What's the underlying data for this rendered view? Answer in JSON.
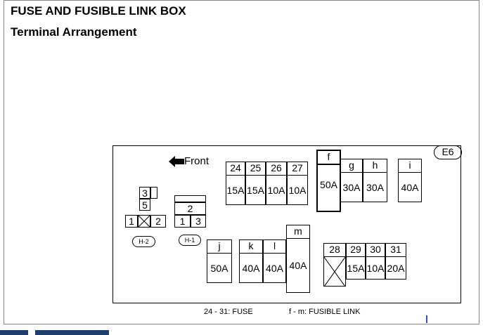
{
  "title": "FUSE AND FUSIBLE LINK BOX",
  "subtitle": "Terminal Arrangement",
  "connector_id": "E6",
  "front_label": "Front",
  "fuse_row_top": [
    {
      "num": "24",
      "amp": "15A"
    },
    {
      "num": "25",
      "amp": "15A"
    },
    {
      "num": "26",
      "amp": "10A"
    },
    {
      "num": "27",
      "amp": "10A"
    }
  ],
  "link_f": {
    "num": "f",
    "amp": "50A"
  },
  "link_g": {
    "num": "g",
    "amp": "30A"
  },
  "link_h": {
    "num": "h",
    "amp": "30A"
  },
  "link_i": {
    "num": "i",
    "amp": "40A"
  },
  "link_j": {
    "num": "j",
    "amp": "50A"
  },
  "link_k": {
    "num": "k",
    "amp": "40A"
  },
  "link_l": {
    "num": "l",
    "amp": "40A"
  },
  "link_m": {
    "num": "m",
    "amp": "40A"
  },
  "fuse_row_bottom": [
    {
      "num": "28",
      "amp": ""
    },
    {
      "num": "29",
      "amp": "15A"
    },
    {
      "num": "30",
      "amp": "10A"
    },
    {
      "num": "31",
      "amp": "20A"
    }
  ],
  "connector_h2": {
    "label": "H-2",
    "t1": "1",
    "t2": "2",
    "t3": "3",
    "t5": "5"
  },
  "connector_h1": {
    "label": "H-1",
    "t1": "1",
    "t2": "2",
    "t3": "3"
  },
  "legend": {
    "fuse": "24 - 31: FUSE",
    "link": "f - m: FUSIBLE LINK"
  }
}
